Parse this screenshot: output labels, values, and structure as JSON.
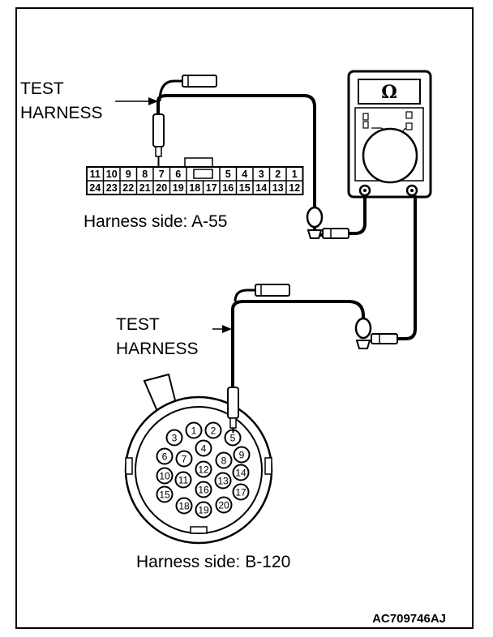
{
  "labels": {
    "test_harness_top_line1": "TEST",
    "test_harness_top_line2": "HARNESS",
    "test_harness_bottom_line1": "TEST",
    "test_harness_bottom_line2": "HARNESS",
    "harness_side_a": "Harness side: A-55",
    "harness_side_b": "Harness side: B-120",
    "figure_code": "AC709746AJ"
  },
  "multimeter": {
    "display_symbol": "Ω"
  },
  "connector_a55": {
    "top_row": [
      "11",
      "10",
      "9",
      "8",
      "7",
      "6",
      "",
      "5",
      "4",
      "3",
      "2",
      "1"
    ],
    "bottom_row": [
      "24",
      "23",
      "22",
      "21",
      "20",
      "19",
      "18",
      "17",
      "16",
      "15",
      "14",
      "13",
      "12"
    ],
    "probed_pin": "7"
  },
  "connector_b120": {
    "pins": [
      "1",
      "2",
      "3",
      "4",
      "5",
      "6",
      "7",
      "8",
      "9",
      "10",
      "11",
      "12",
      "13",
      "14",
      "15",
      "16",
      "17",
      "18",
      "19",
      "20"
    ],
    "probed_pin": "5"
  }
}
